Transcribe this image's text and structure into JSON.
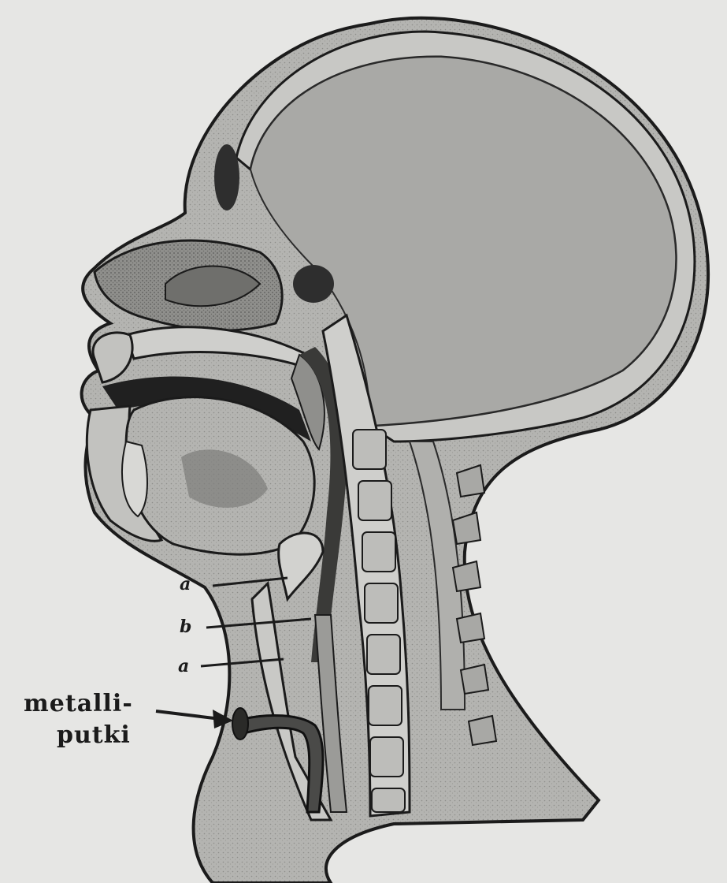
{
  "figure": {
    "labels": {
      "a_upper": "a",
      "b": "b",
      "a_lower": "a",
      "tube_line1": "metalli-",
      "tube_line2": "putki"
    },
    "colors": {
      "paper": "#e6e6e4",
      "ink": "#1b1b1b",
      "tissue": "#b9b9b6",
      "brain": "#a9a9a6",
      "dark_cavity": "#2e2e2e"
    }
  }
}
